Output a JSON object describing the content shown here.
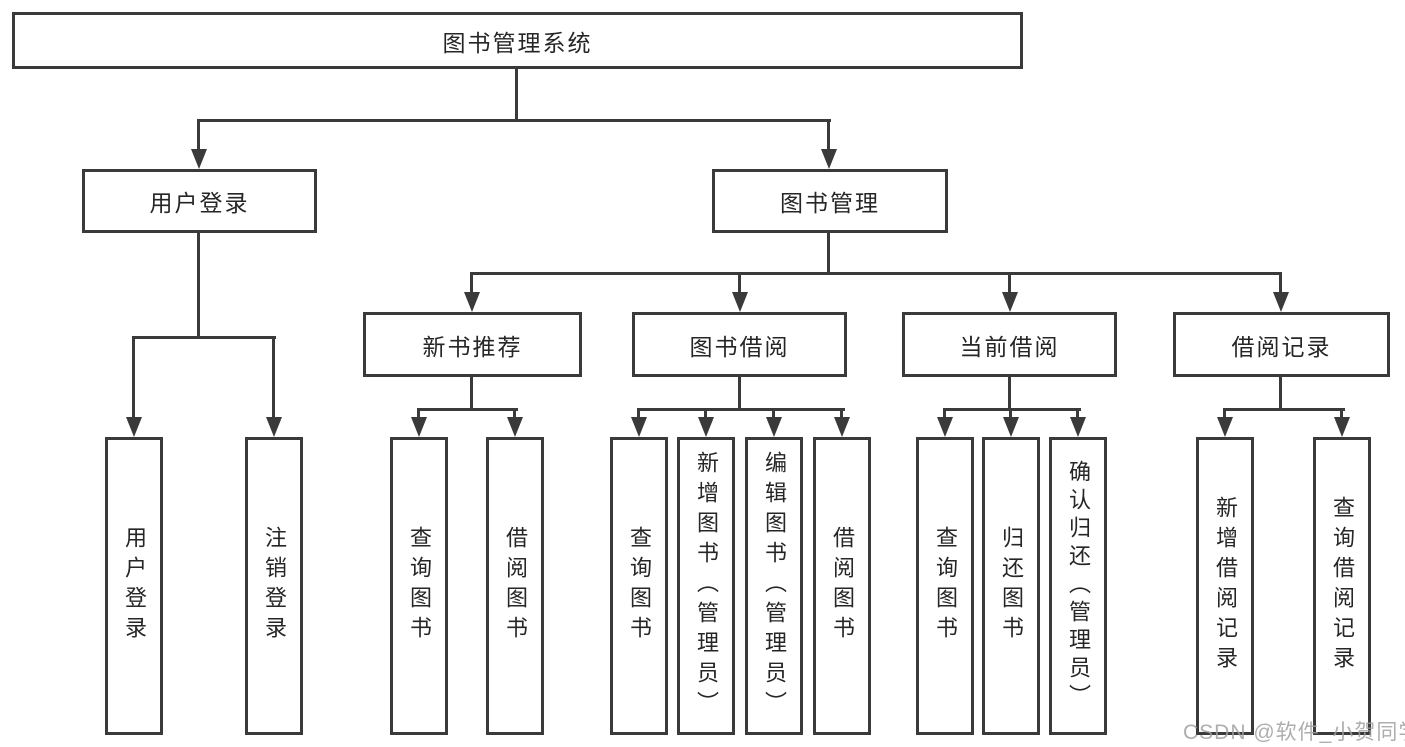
{
  "tree": {
    "root": {
      "label": "图书管理系统"
    },
    "branches": [
      {
        "label": "用户登录",
        "children": [
          {
            "label": "用户登录"
          },
          {
            "label": "注销登录"
          }
        ]
      },
      {
        "label": "图书管理",
        "children": [
          {
            "label": "新书推荐",
            "children": [
              {
                "label": "查询图书"
              },
              {
                "label": "借阅图书"
              }
            ]
          },
          {
            "label": "图书借阅",
            "children": [
              {
                "label": "查询图书"
              },
              {
                "label": "新增图书（管理员）"
              },
              {
                "label": "编辑图书（管理员）"
              },
              {
                "label": "借阅图书"
              }
            ]
          },
          {
            "label": "当前借阅",
            "children": [
              {
                "label": "查询图书"
              },
              {
                "label": "归还图书"
              },
              {
                "label": "确认归还（管理员）"
              }
            ]
          },
          {
            "label": "借阅记录",
            "children": [
              {
                "label": "新增借阅记录"
              },
              {
                "label": "查询借阅记录"
              }
            ]
          }
        ]
      }
    ]
  },
  "watermark": {
    "text": "CSDN @软件_小贺同学"
  },
  "colors": {
    "line": "#3a3a3a",
    "text": "#262626",
    "watermark": "#a0a0a0",
    "background": "#ffffff"
  }
}
